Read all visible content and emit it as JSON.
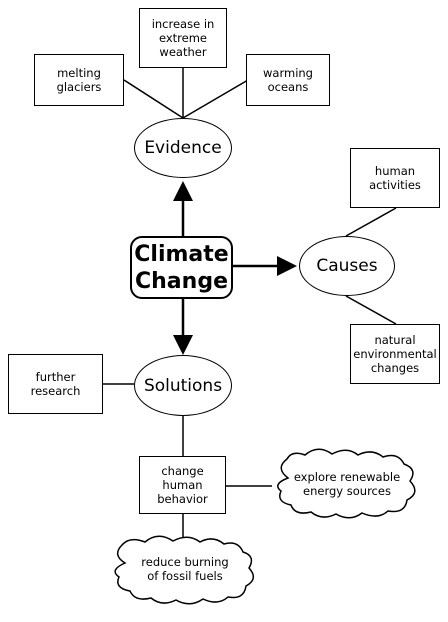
{
  "center": {
    "label": "Climate\nChange"
  },
  "evidence": {
    "label": "Evidence",
    "items": [
      {
        "label": "melting\nglaciers"
      },
      {
        "label": "increase in\nextreme\nweather"
      },
      {
        "label": "warming\noceans"
      }
    ]
  },
  "causes": {
    "label": "Causes",
    "items": [
      {
        "label": "human\nactivities"
      },
      {
        "label": "natural\nenvironmental\nchanges"
      }
    ]
  },
  "solutions": {
    "label": "Solutions",
    "further_research": "further\nresearch",
    "change_behavior": "change\nhuman\nbehavior",
    "explore_renewable": "explore renewable\nenergy sources",
    "reduce_burning": "reduce burning\nof fossil fuels"
  }
}
